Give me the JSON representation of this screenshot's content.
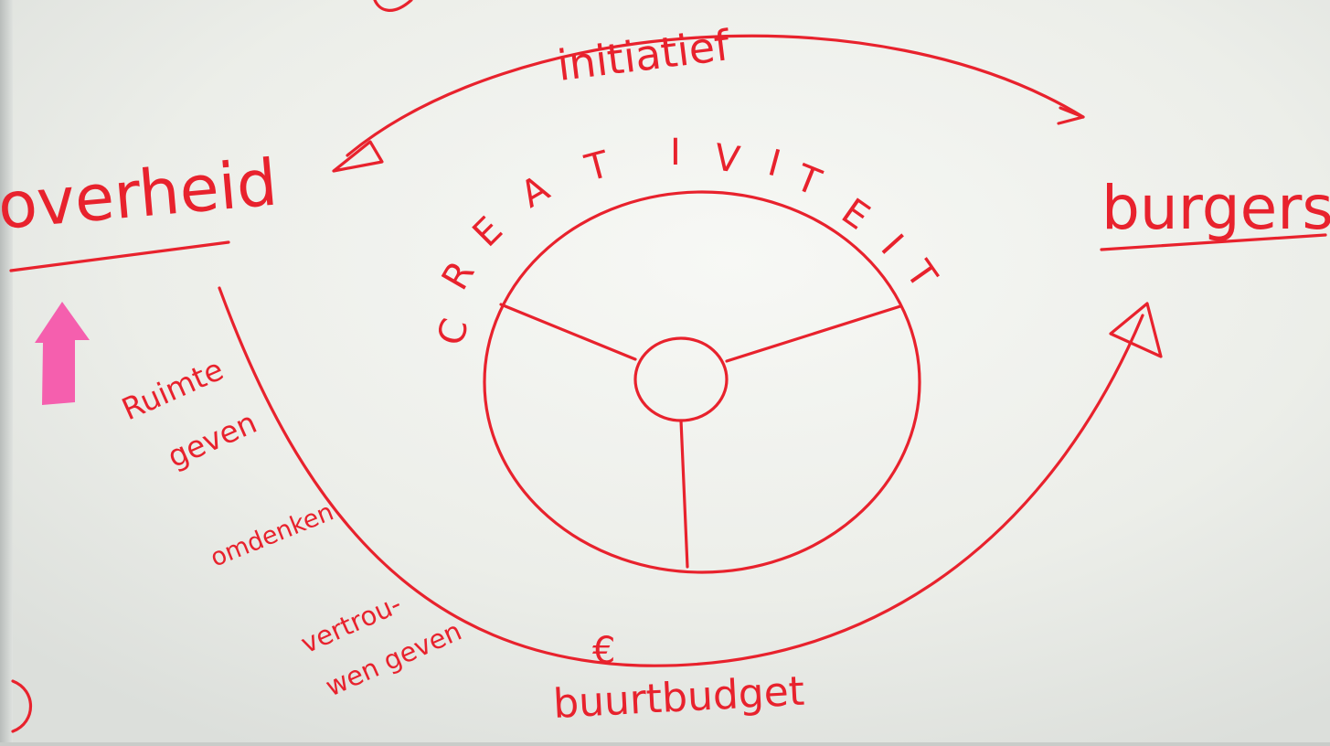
{
  "colors": {
    "ink": "#e8222d",
    "board": "#eceee9",
    "board_edge": "#cfd3d1",
    "sticky_arrow": "#f55fae"
  },
  "labels": {
    "initiatief": "initiatief",
    "overheid": "overheid",
    "burgers": "burgers",
    "creativiteit": [
      "C",
      "R",
      "E",
      "A",
      "T",
      "I",
      "V",
      "I",
      "T",
      "E",
      "I",
      "T"
    ],
    "ruimte": "Ruimte",
    "geven": "geven",
    "omdenken": "omdenken",
    "vertrouwen_1": "vertrou-",
    "vertrouwen_2": "wen geven",
    "euro": "€",
    "buurtbudget": "buurtbudget"
  },
  "icons": {
    "sticky_note": "pink-up-arrow-sticky-note",
    "wheel": "steering-wheel-drawing"
  }
}
